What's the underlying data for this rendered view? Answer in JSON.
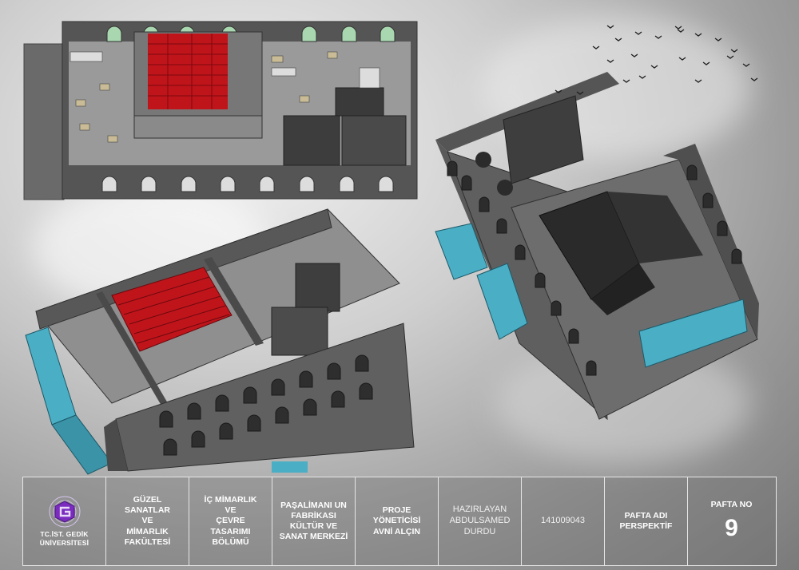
{
  "title_block": {
    "logo_caption": "TC.İST. GEDİK\nÜNİVERSİTESİ",
    "faculty": "GÜZEL\nSANATLAR\nVE\nMİMARLIK\nFAKÜLTESİ",
    "department": "İÇ MİMARLIK\nVE\nÇEVRE\nTASARIMI\nBÖLÜMÜ",
    "project_name": "PAŞALİMANI UN\nFABRİKASI\nKÜLTÜR VE\nSANAT MERKEZİ",
    "project_manager": "PROJE\nYÖNETİCİSİ\nAVNİ ALÇIN",
    "prepared_by": "HAZIRLAYAN\nABDULSAMED\nDURDU",
    "student_no": "141009043",
    "sheet_name": "PAFTA ADI\nPERSPEKTİF",
    "sheet_no_label": "PAFTA NO",
    "sheet_no": "9"
  },
  "colors": {
    "wall": "#5a5a5a",
    "wall_dark": "#3c3c3c",
    "floor": "#8e8e8e",
    "seats": "#c0141b",
    "glass": "#4aaec4",
    "arch_glass": "#a9d8b0",
    "logo_purple": "#7b2cbf"
  }
}
